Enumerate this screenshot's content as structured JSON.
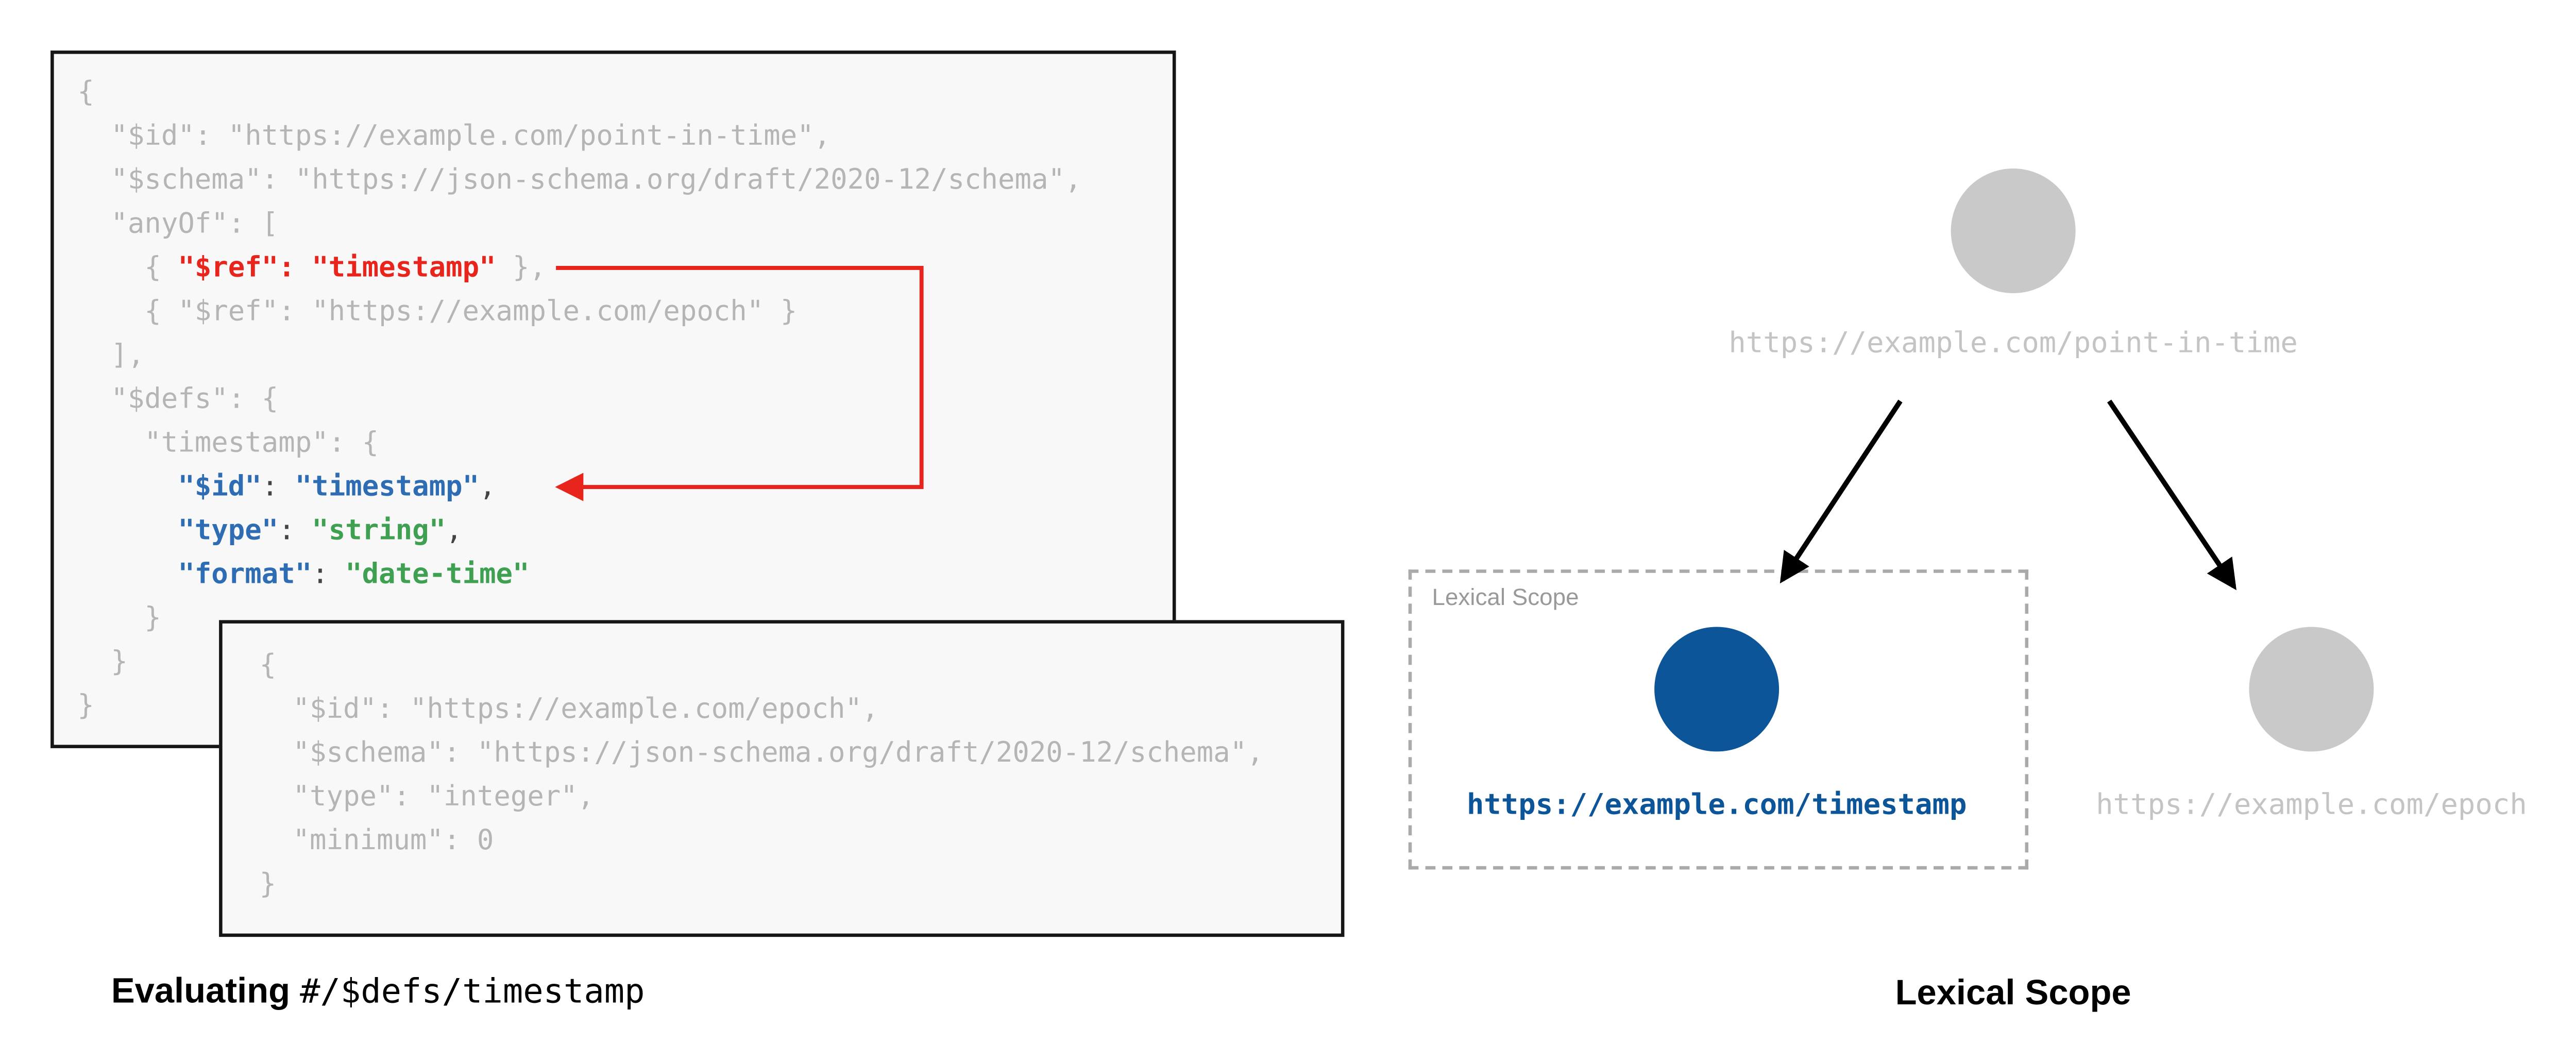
{
  "colors": {
    "code_gray": "#b5b5b5",
    "highlight_red": "#e8251d",
    "key_blue": "#2e6db4",
    "value_green": "#3fa052",
    "node_gray": "#c9c9c9",
    "node_blue": "#0d5599",
    "panel_background": "#f8f8f8",
    "panel_border": "#161616"
  },
  "schemas": {
    "point_in_time": {
      "lines": [
        [
          [
            "g",
            "{"
          ]
        ],
        [
          [
            "g",
            "  \"$id\": \"https://example.com/point-in-time\","
          ]
        ],
        [
          [
            "g",
            "  \"$schema\": \"https://json-schema.org/draft/2020-12/schema\","
          ]
        ],
        [
          [
            "g",
            "  \"anyOf\": ["
          ]
        ],
        [
          [
            "g",
            "    { "
          ],
          [
            "r",
            "\"$ref\": \"timestamp\""
          ],
          [
            "g",
            " },"
          ]
        ],
        [
          [
            "g",
            "    { \"$ref\": \"https://example.com/epoch\" }"
          ]
        ],
        [
          [
            "g",
            "  ],"
          ]
        ],
        [
          [
            "g",
            "  \"$defs\": {"
          ]
        ],
        [
          [
            "g",
            "    \"timestamp\": {"
          ]
        ],
        [
          [
            "b",
            "      \"$id\""
          ],
          [
            "k",
            ": "
          ],
          [
            "b",
            "\"timestamp\""
          ],
          [
            "k",
            ","
          ]
        ],
        [
          [
            "b",
            "      \"type\""
          ],
          [
            "k",
            ": "
          ],
          [
            "gr",
            "\"string\""
          ],
          [
            "k",
            ","
          ]
        ],
        [
          [
            "b",
            "      \"format\""
          ],
          [
            "k",
            ": "
          ],
          [
            "gr",
            "\"date-time\""
          ]
        ],
        [
          [
            "g",
            "    }"
          ]
        ],
        [
          [
            "g",
            "  }"
          ]
        ],
        [
          [
            "g",
            "}"
          ]
        ]
      ]
    },
    "epoch": {
      "lines": [
        [
          [
            "g",
            "{"
          ]
        ],
        [
          [
            "g",
            "  \"$id\": \"https://example.com/epoch\","
          ]
        ],
        [
          [
            "g",
            "  \"$schema\": \"https://json-schema.org/draft/2020-12/schema\","
          ]
        ],
        [
          [
            "g",
            "  \"type\": \"integer\","
          ]
        ],
        [
          [
            "g",
            "  \"minimum\": 0"
          ]
        ],
        [
          [
            "g",
            "}"
          ]
        ]
      ]
    }
  },
  "left_caption": {
    "prefix": "Evaluating ",
    "path": "#/$defs/timestamp"
  },
  "diagram": {
    "root_label": "https://example.com/point-in-time",
    "scope_label": "Lexical Scope",
    "timestamp_label": "https://example.com/timestamp",
    "epoch_label": "https://example.com/epoch",
    "caption": "Lexical Scope"
  }
}
